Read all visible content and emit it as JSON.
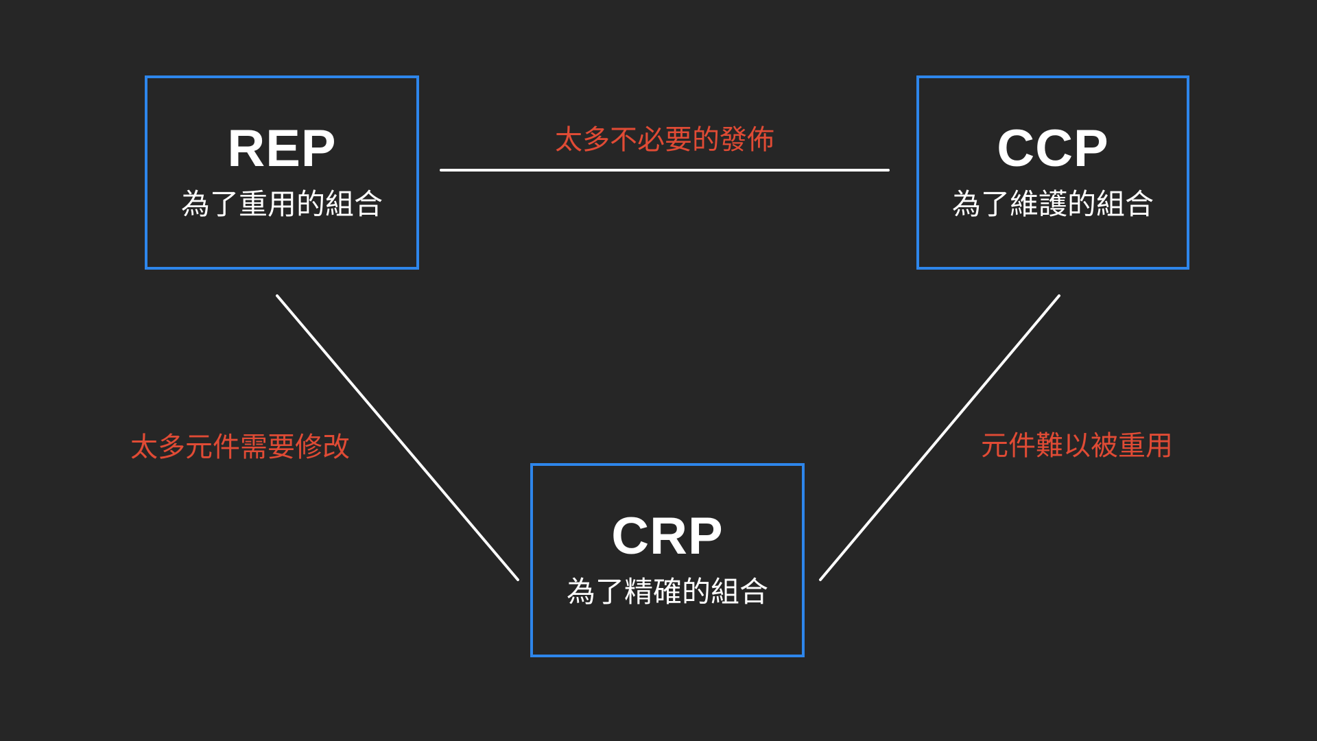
{
  "diagram": {
    "title": "Component cohesion principles tension diagram",
    "nodes": {
      "rep": {
        "title": "REP",
        "subtitle": "為了重用的組合"
      },
      "ccp": {
        "title": "CCP",
        "subtitle": "為了維護的組合"
      },
      "crp": {
        "title": "CRP",
        "subtitle": "為了精確的組合"
      }
    },
    "edges": {
      "rep_ccp": {
        "label": "太多不必要的發佈"
      },
      "rep_crp": {
        "label": "太多元件需要修改"
      },
      "ccp_crp": {
        "label": "元件難以被重用"
      }
    }
  },
  "colors": {
    "background": "#262626",
    "box_border": "#2e86eb",
    "box_text": "#ffffff",
    "edge_line": "#ffffff",
    "edge_label": "#e04b35"
  }
}
